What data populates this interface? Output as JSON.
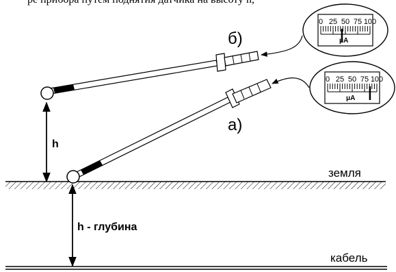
{
  "top_text_fragment": "ре прибора путем поднятия датчика на высоту h,",
  "labels": {
    "position_b": "б)",
    "position_a": "а)",
    "height": "h",
    "depth": "h - глубина",
    "ground": "земля",
    "cable": "кабель"
  },
  "meter_top": {
    "ticks": [
      "0",
      "25",
      "50",
      "75",
      "100"
    ],
    "unit": "μA",
    "needle_fraction": 0.43
  },
  "meter_bottom": {
    "ticks": [
      "0",
      "25",
      "50",
      "75",
      "100"
    ],
    "unit": "μA",
    "needle_fraction": 0.86
  }
}
